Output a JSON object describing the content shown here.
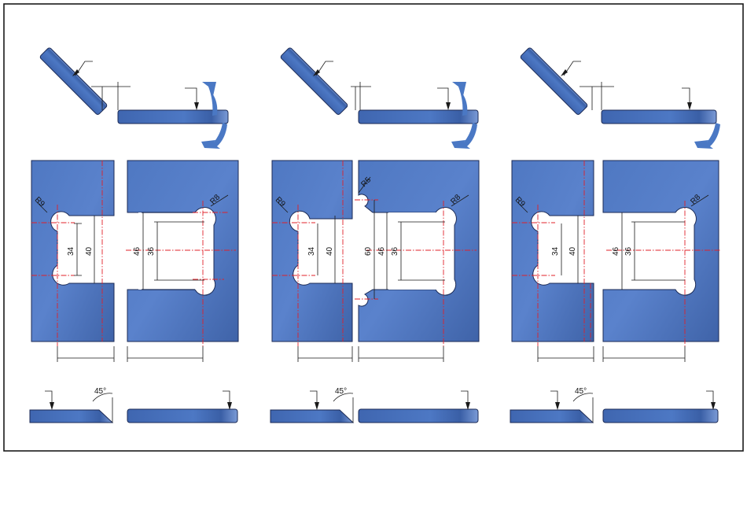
{
  "colors": {
    "plate": "#4a70b8",
    "plate_light": "#6b92d6",
    "plate_dark": "#3a5a9e",
    "outline": "#1b2a55",
    "centerline": "#e0202a",
    "dimension": "#1a1a1a",
    "bend_arrow": "#4a78c4"
  },
  "panels": [
    {
      "radius_left": "R9",
      "radius_right": "R8",
      "radius_notch": "",
      "dims_left": [
        "34",
        "40"
      ],
      "dims_right": [
        "46",
        "36"
      ],
      "bevel_angle": "45°",
      "bend_arrows": 2
    },
    {
      "radius_left": "R9",
      "radius_right": "R8",
      "radius_notch": "R5",
      "dims_left": [
        "34",
        "40"
      ],
      "dims_right": [
        "60",
        "46",
        "36"
      ],
      "bevel_angle": "45°",
      "bend_arrows": 2
    },
    {
      "radius_left": "R9",
      "radius_right": "R8",
      "radius_notch": "",
      "dims_left": [
        "34",
        "40"
      ],
      "dims_right": [
        "46",
        "36"
      ],
      "bevel_angle": "45°",
      "bend_arrows": 1
    }
  ]
}
